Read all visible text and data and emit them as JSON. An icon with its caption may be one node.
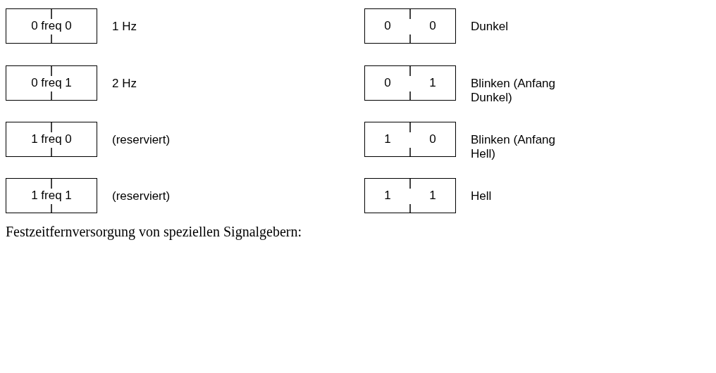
{
  "diagram": {
    "caption": "Festzeitfernversorgung von speziellen Signalgebern:",
    "nodes": [
      {
        "text": [
          "0 freq 0"
        ],
        "beside": [
          "1 Hz"
        ]
      },
      {
        "text": [
          "0 freq 1"
        ],
        "beside": [
          "2 Hz"
        ]
      },
      {
        "text": [
          "1 freq 0"
        ],
        "beside": [
          "(reserviert)"
        ]
      },
      {
        "text": [
          "1 freq 1"
        ],
        "beside": [
          "(reserviert)"
        ]
      },
      {
        "text": [
          "0",
          "0"
        ],
        "beside": [
          "Dunkel"
        ]
      },
      {
        "text": [
          "0",
          "1"
        ],
        "beside": [
          "Blinken (Anfang Dunkel)"
        ]
      },
      {
        "text": [
          "1",
          "0"
        ],
        "beside": [
          "Blinken (Anfang Hell)"
        ]
      },
      {
        "text": [
          "1",
          "1"
        ],
        "beside": [
          "Hell"
        ]
      }
    ],
    "edges": []
  }
}
